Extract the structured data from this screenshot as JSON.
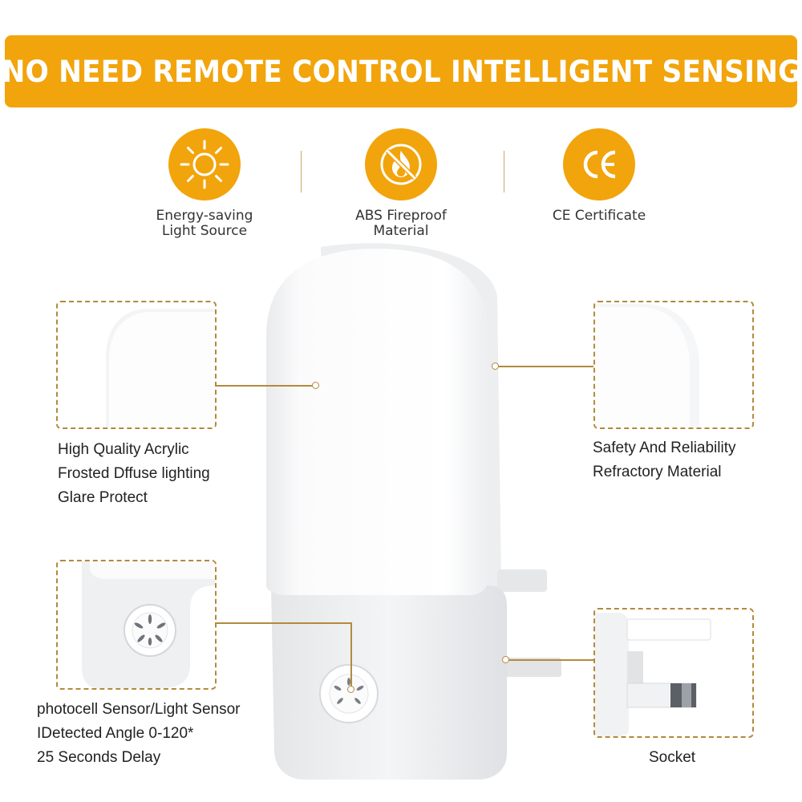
{
  "banner": {
    "title": "NO NEED REMOTE CONTROL INTELLIGENT SENSING"
  },
  "features": [
    {
      "icon": "sun-icon",
      "label": "Energy-saving\nLight Source"
    },
    {
      "icon": "no-fire-icon",
      "label": "ABS Fireproof\nMaterial"
    },
    {
      "icon": "ce-mark-icon",
      "label": "CE Certificate"
    }
  ],
  "callouts": {
    "acrylic": {
      "lines": [
        "High Quality Acrylic",
        "Frosted Dffuse lighting",
        "Glare Protect"
      ]
    },
    "safety": {
      "lines": [
        "Safety And Reliability",
        "Refractory Material"
      ]
    },
    "sensor": {
      "lines": [
        "photocell Sensor/Light Sensor",
        "IDetected Angle 0-120*",
        "25 Seconds Delay"
      ]
    },
    "socket": {
      "lines": [
        "Socket"
      ]
    }
  },
  "colors": {
    "accent": "#f2a40c",
    "leader": "#b38a3e"
  }
}
